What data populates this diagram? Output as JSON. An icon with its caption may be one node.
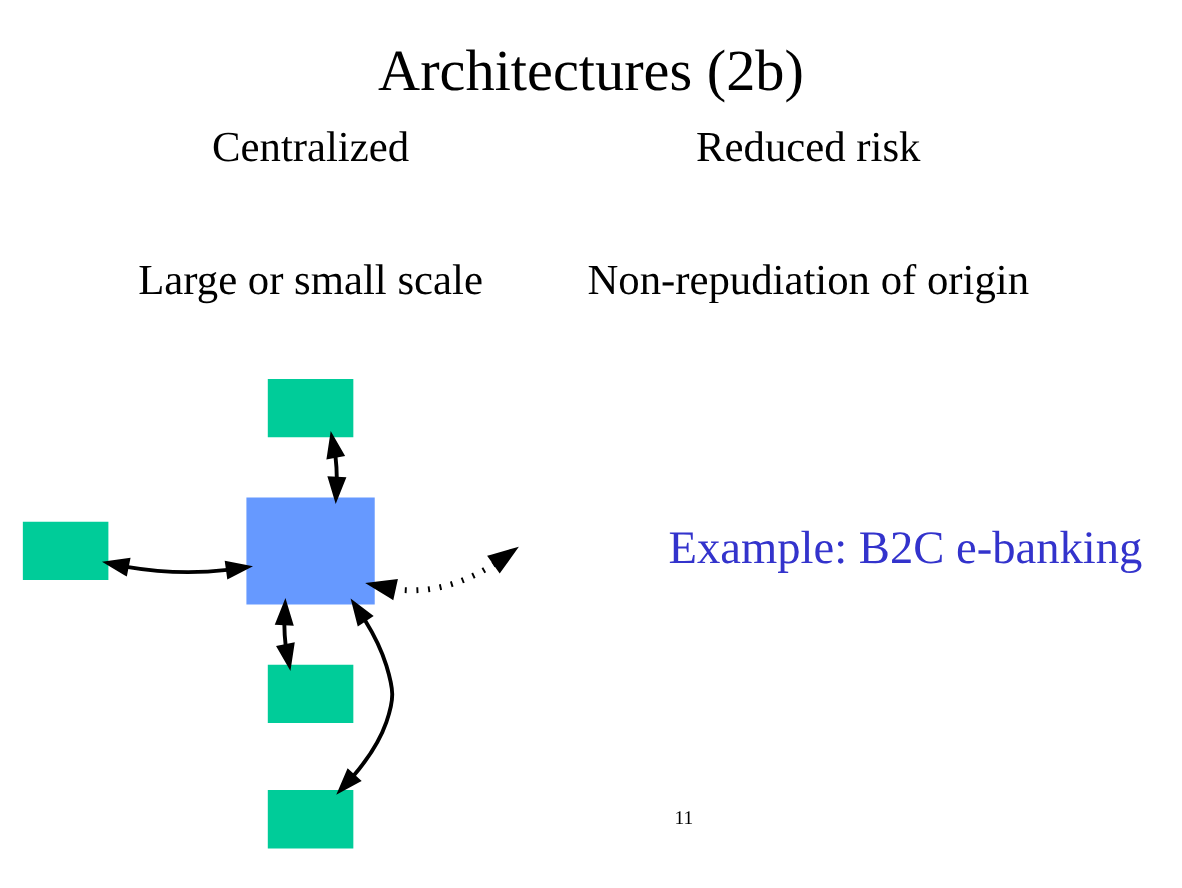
{
  "diagram": {
    "title": "Architectures (2b)",
    "nodes": [
      {
        "text": [],
        "shape": "box"
      },
      {
        "text": [],
        "shape": "box"
      },
      {
        "text": [],
        "shape": "box"
      },
      {
        "text": [],
        "shape": "box"
      },
      {
        "text": [],
        "shape": "box"
      }
    ],
    "edges": [
      {
        "from": 2,
        "to": 0,
        "arrow": "both"
      },
      {
        "from": 2,
        "to": 1,
        "arrow": "both"
      },
      {
        "from": 2,
        "to": 3,
        "arrow": "both"
      },
      {
        "from": 2,
        "to": 4,
        "arrow": "both"
      },
      {
        "from": 2,
        "to": null,
        "arrow": "both",
        "style": "dashed"
      }
    ],
    "labels": [
      "Centralized",
      "Reduced risk",
      "Large or small scale",
      "Non-repudiation of origin",
      "Example: B2C e-banking",
      "11"
    ]
  }
}
